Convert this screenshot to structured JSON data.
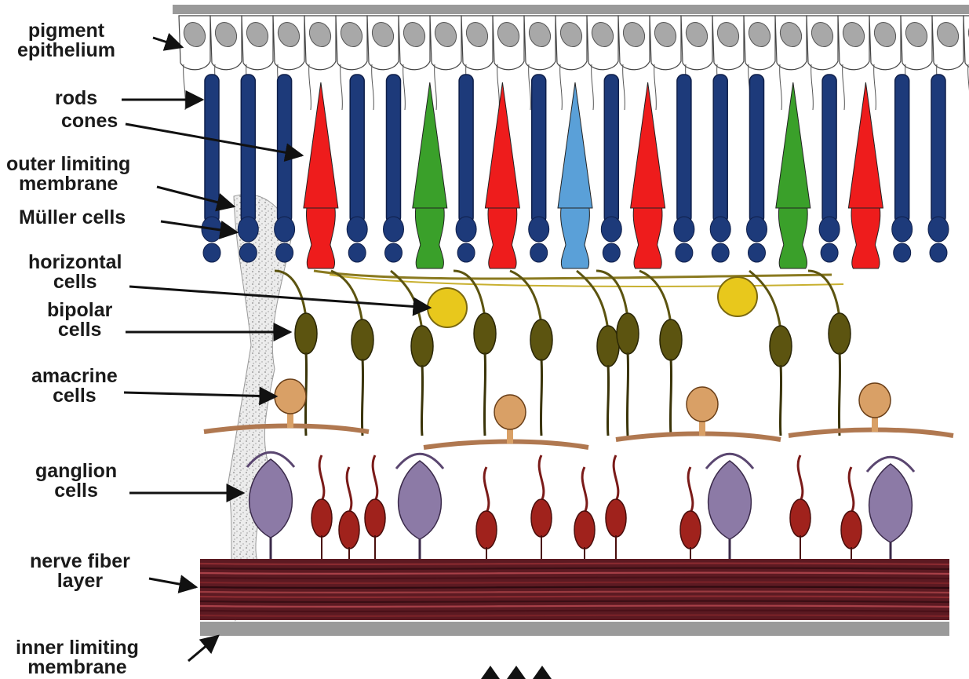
{
  "labels": {
    "pigment_epithelium": [
      "pigment",
      "epithelium"
    ],
    "rods": "rods",
    "cones": "cones",
    "outer_limiting_membrane": [
      "outer limiting",
      "membrane"
    ],
    "muller_cells": "Müller cells",
    "horizontal_cells": [
      "horizontal",
      "cells"
    ],
    "bipolar_cells": [
      "bipolar",
      "cells"
    ],
    "amacrine_cells": [
      "amacrine",
      "cells"
    ],
    "ganglion_cells": [
      "ganglion",
      "cells"
    ],
    "nerve_fiber_layer": [
      "nerve fiber",
      "layer"
    ],
    "inner_limiting_membrane": [
      "inner limiting",
      "membrane"
    ]
  },
  "colors": {
    "rod": "#1d3a7a",
    "rod_dark": "#0f1f4a",
    "cone_red": "#ee1c1c",
    "cone_green": "#3aa02a",
    "cone_blue": "#5aa0d8",
    "horizontal": "#e8c81c",
    "bipolar": "#5c5410",
    "amacrine": "#d9a066",
    "ganglion_large": "#8c7aa6",
    "ganglion_small": "#a0221c",
    "nerve_fiber": "#5c1a22",
    "membrane": "#9a9a9a",
    "pigment": "#a8a8a8",
    "muller": "#c9c9c9"
  },
  "photoreceptors": [
    "rod",
    "rod",
    "rod",
    "cone_red",
    "rod",
    "rod",
    "cone_green",
    "rod",
    "cone_red",
    "rod",
    "cone_blue",
    "rod",
    "cone_red",
    "rod",
    "rod",
    "rod",
    "cone_green",
    "rod",
    "cone_red",
    "rod",
    "rod"
  ],
  "light_arrows": 3
}
